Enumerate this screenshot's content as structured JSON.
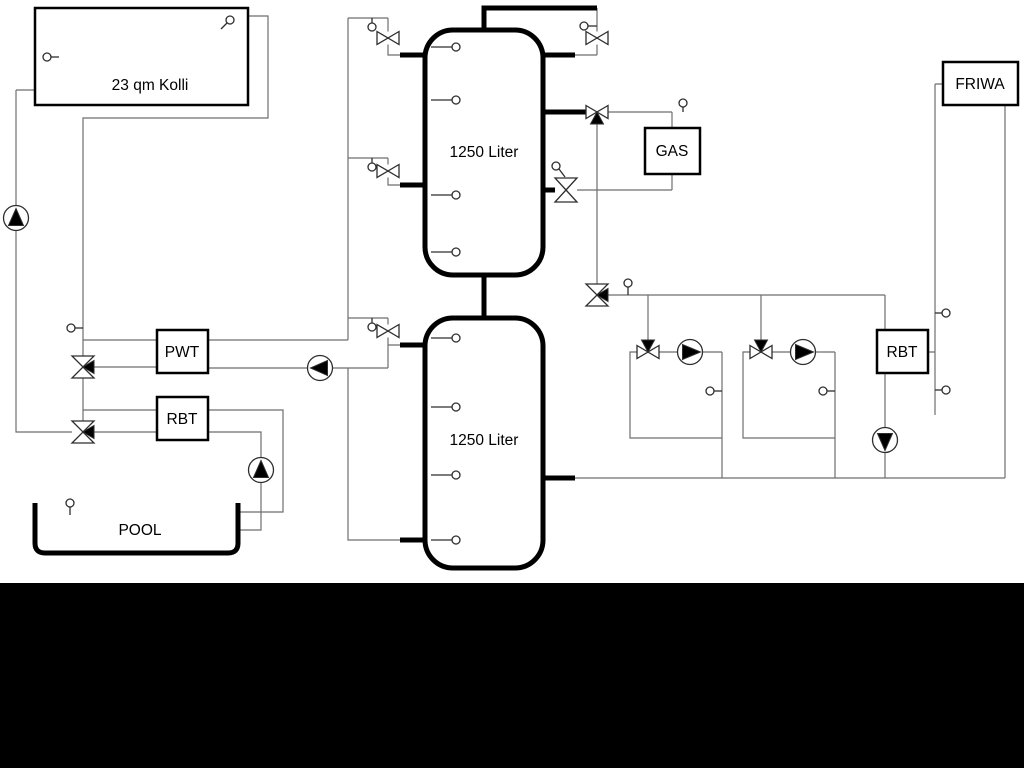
{
  "labels": {
    "collector": "23 qm Kolli",
    "tank_top": "1250 Liter",
    "tank_bottom": "1250 Liter",
    "gas": "GAS",
    "friwa": "FRIWA",
    "pwt": "PWT",
    "rbt_left": "RBT",
    "rbt_right": "RBT",
    "pool": "POOL"
  },
  "colors": {
    "background": "#ffffff",
    "letterbox": "#000000",
    "pipe_thick": "#000000",
    "pipe_thin": "#6e6e6e",
    "symbol_stroke": "#2e2e2e",
    "text": "#000000"
  },
  "symbols": {
    "pump-icon": "circle with filled flow triangle",
    "valve-icon": "bowtie hourglass",
    "three-way-valve-icon": "bowtie with filled branch triangle",
    "sensor-icon": "small circle with stem"
  }
}
